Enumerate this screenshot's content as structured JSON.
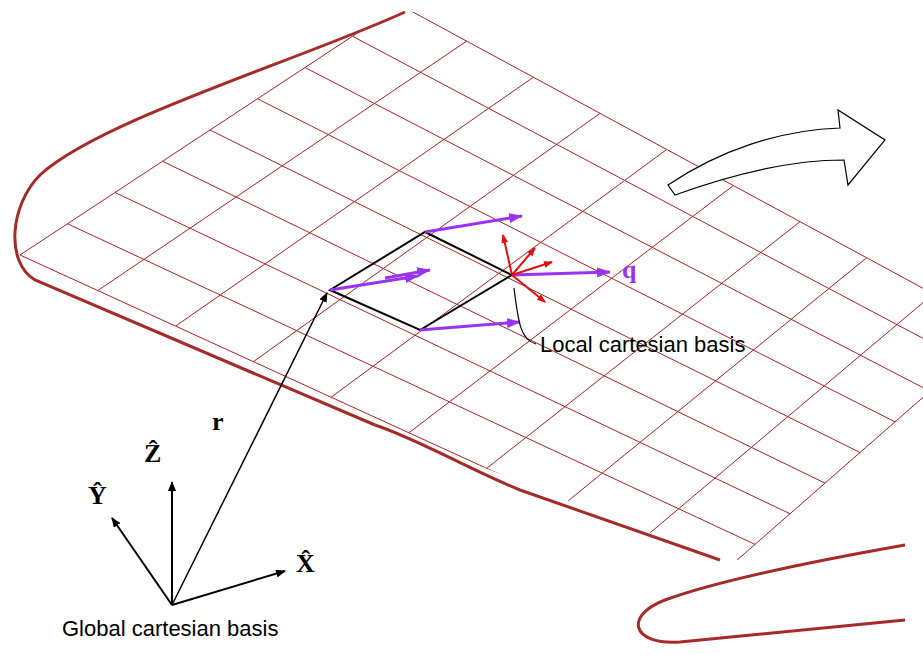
{
  "diagram": {
    "labels": [
      "q",
      "Local cartesian basis",
      "r",
      "Ẑ",
      "Ŷ",
      "X̂",
      "Global cartesian basis"
    ]
  }
}
